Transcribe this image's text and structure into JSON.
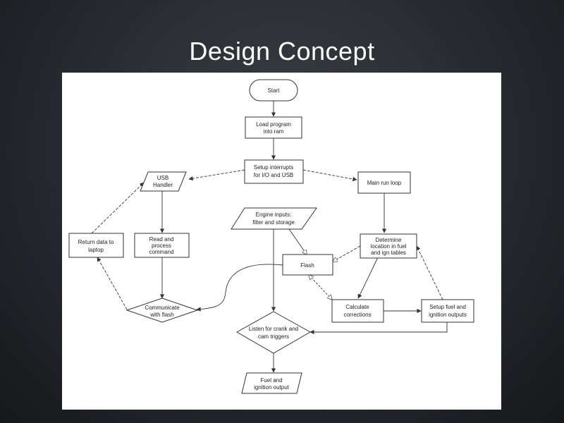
{
  "slide": {
    "title": "Design Concept"
  },
  "flowchart": {
    "nodes": {
      "start": {
        "lines": [
          "Start"
        ]
      },
      "load": {
        "lines": [
          "Load program",
          "into ram"
        ]
      },
      "setup": {
        "lines": [
          "Setup interrupts",
          "for I/O and USB"
        ]
      },
      "usb": {
        "lines": [
          "USB",
          "Handler"
        ]
      },
      "mainloop": {
        "lines": [
          "Main run loop"
        ]
      },
      "engine": {
        "lines": [
          "Engine inputs:",
          "filter and storage"
        ]
      },
      "return": {
        "lines": [
          "Return data to",
          "laptop"
        ]
      },
      "readcmd": {
        "lines": [
          "Read and",
          "process",
          "command"
        ]
      },
      "determine": {
        "lines": [
          "Determine",
          "location in fuel",
          "and ign tables"
        ]
      },
      "flash": {
        "lines": [
          "Flash"
        ]
      },
      "communicate": {
        "lines": [
          "Communicate",
          "with flash"
        ]
      },
      "calculate": {
        "lines": [
          "Calculate",
          "corrections"
        ]
      },
      "setupfuel": {
        "lines": [
          "Setup fuel and",
          "ignition outputs"
        ]
      },
      "listen": {
        "lines": [
          "Listen for crank and",
          "cam triggers"
        ]
      },
      "fuel": {
        "lines": [
          "Fuel and",
          "ignition output"
        ]
      }
    }
  }
}
